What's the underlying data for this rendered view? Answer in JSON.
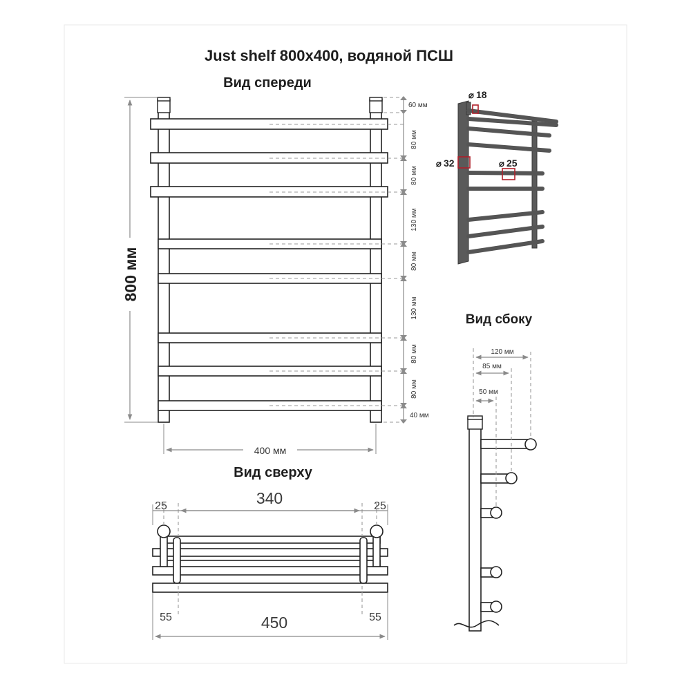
{
  "title": "Just shelf 800x400, водяной ПСШ",
  "front_view": {
    "heading": "Вид спереди",
    "height_label": "800 мм",
    "width_label": "400 мм",
    "spacing_labels": [
      "60 мм",
      "80 мм",
      "80 мм",
      "130 мм",
      "80 мм",
      "130 мм",
      "80 мм",
      "80 мм",
      "40 мм"
    ]
  },
  "iso_view": {
    "d18": "18",
    "d32": "32",
    "d25": "25"
  },
  "side_view": {
    "heading": "Вид сбоку",
    "dims": [
      "120 мм",
      "85 мм",
      "50 мм"
    ]
  },
  "top_view": {
    "heading": "Вид сверху",
    "top_left": "25",
    "top_center": "340",
    "top_right": "25",
    "bottom_left": "55",
    "bottom_center": "450",
    "bottom_right": "55"
  }
}
